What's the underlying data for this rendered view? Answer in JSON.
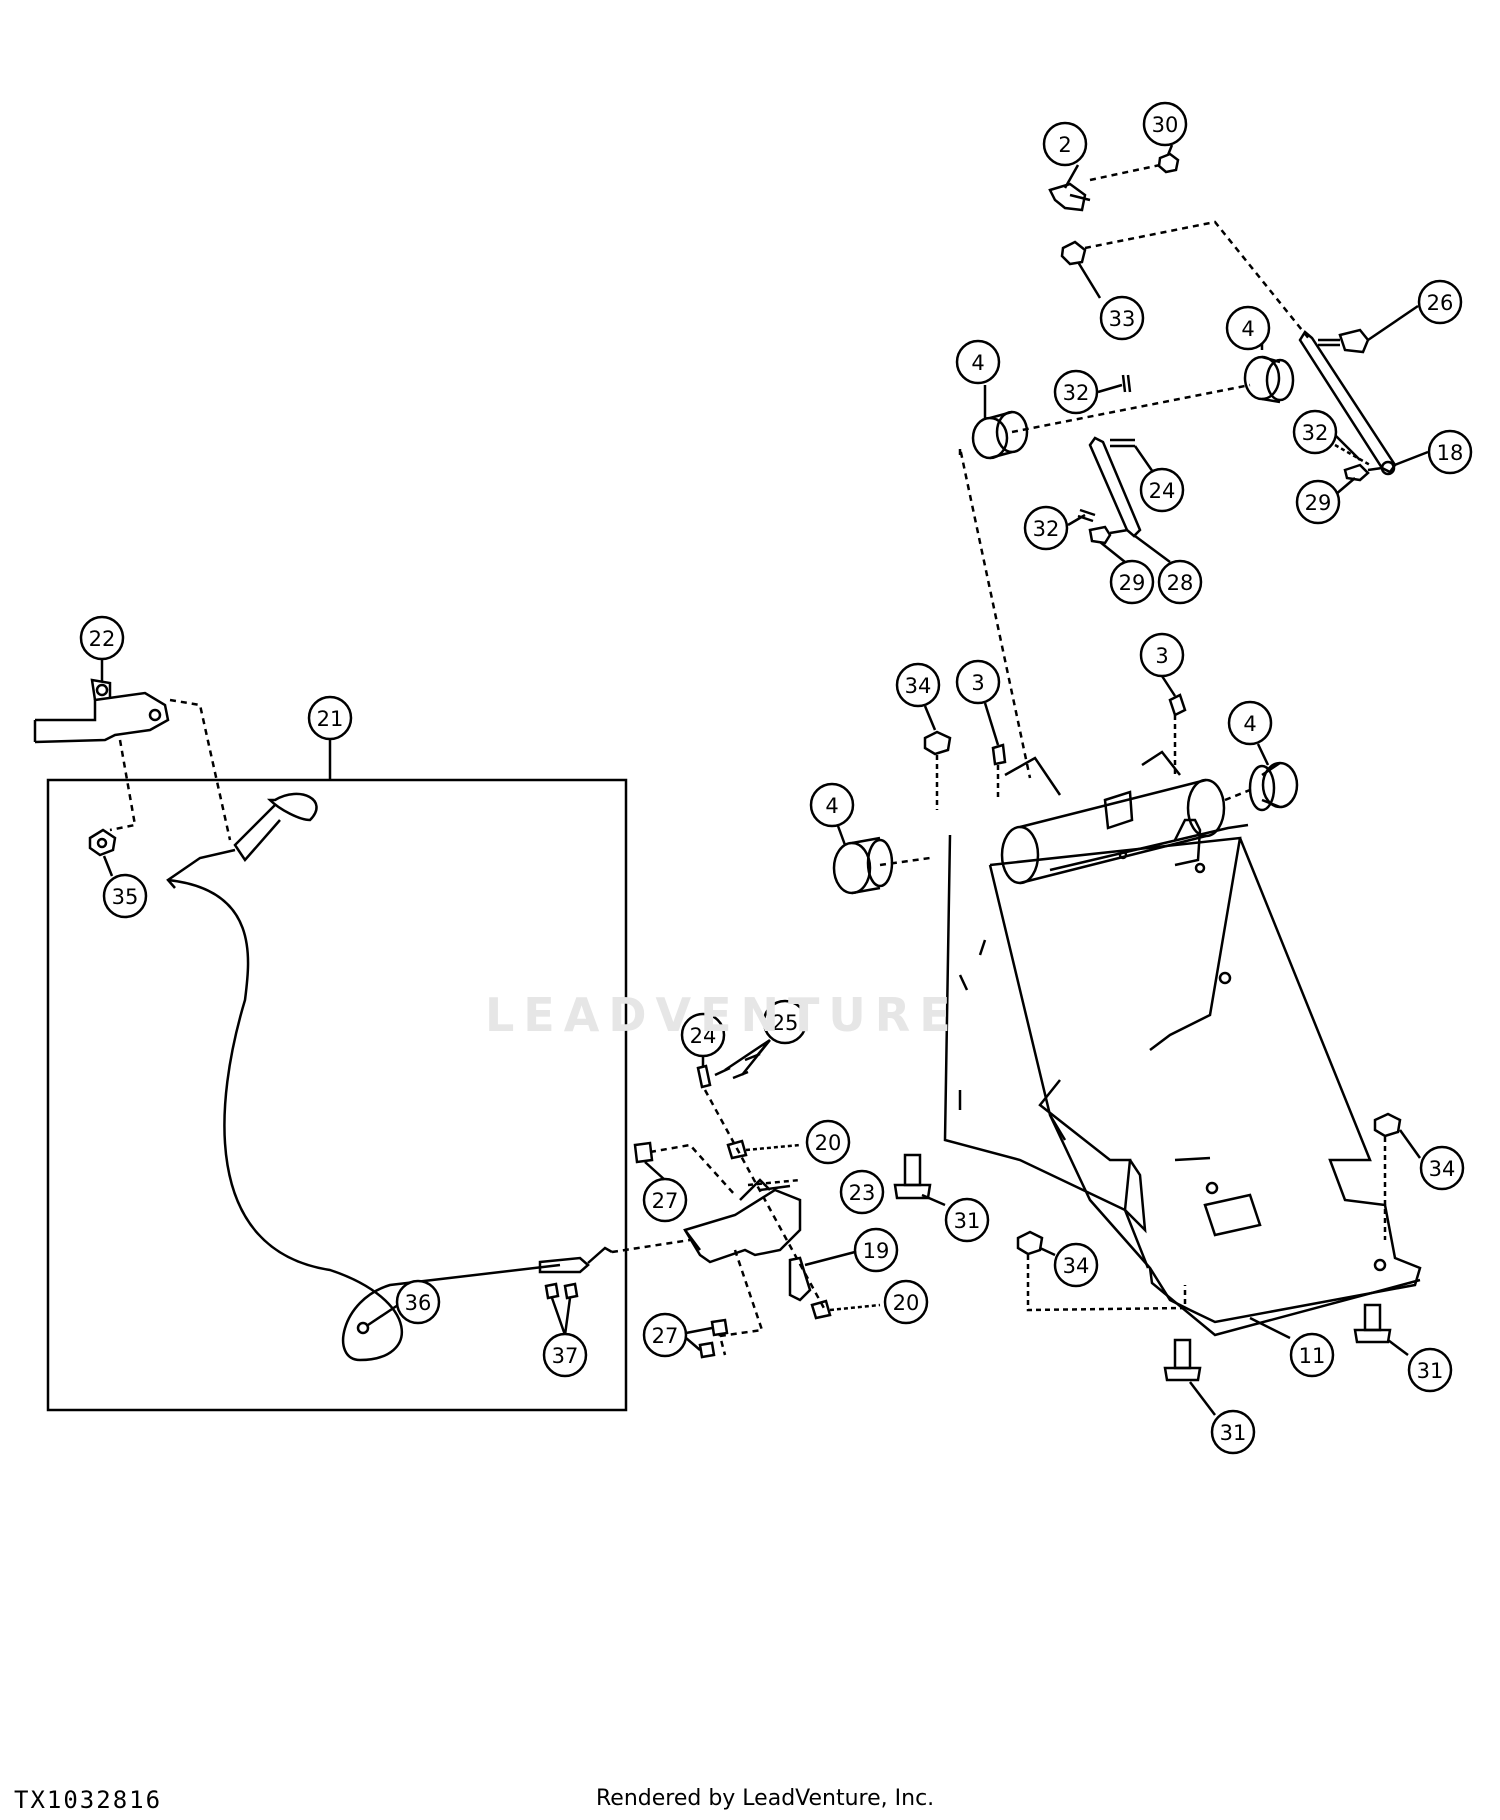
{
  "diagram": {
    "drawing_id": "TX1032816",
    "render_credit": "Rendered by LeadVenture, Inc.",
    "watermark": "LEADVENTURE",
    "callouts": {
      "c2": "2",
      "c30": "30",
      "c33": "33",
      "c26": "26",
      "c4a": "4",
      "c4b": "4",
      "c4c": "4",
      "c4d": "4",
      "c32a": "32",
      "c32b": "32",
      "c32c": "32",
      "c24a": "24",
      "c24b": "24",
      "c18": "18",
      "c29a": "29",
      "c29b": "29",
      "c28": "28",
      "c22": "22",
      "c21": "21",
      "c35": "35",
      "c34a": "34",
      "c34b": "34",
      "c34c": "34",
      "c3a": "3",
      "c3b": "3",
      "c25": "25",
      "c20a": "20",
      "c20b": "20",
      "c27a": "27",
      "c27b": "27",
      "c23": "23",
      "c19": "19",
      "c31a": "31",
      "c31b": "31",
      "c31c": "31",
      "c11": "11",
      "c36": "36",
      "c37": "37"
    }
  }
}
